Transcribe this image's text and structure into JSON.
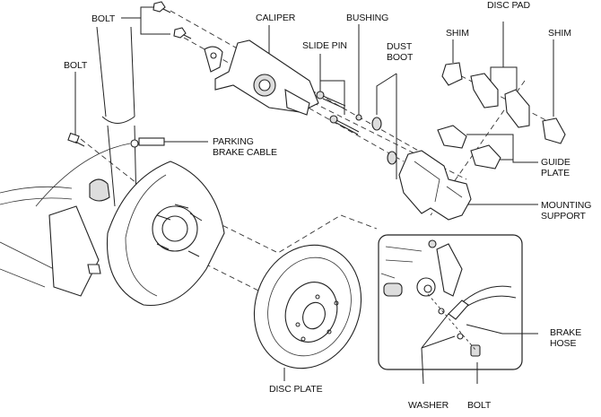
{
  "diagram": {
    "title": "Rear brake caliper and disc plate exploded view",
    "labels": {
      "bolt_top": "BOLT",
      "caliper": "CALIPER",
      "bushing": "BUSHING",
      "disc_pad": "DISC PAD",
      "slide_pin": "SLIDE PIN",
      "dust_boot": "DUST\nBOOT",
      "shim_left": "SHIM",
      "shim_right": "SHIM",
      "bolt_left": "BOLT",
      "parking_brake_cable": "PARKING\nBRAKE CABLE",
      "guide_plate": "GUIDE\nPLATE",
      "mounting_support": "MOUNTING\nSUPPORT",
      "brake_hose": "BRAKE\nHOSE",
      "disc_plate": "DISC PLATE",
      "washer": "WASHER",
      "bolt_inset": "BOLT"
    }
  }
}
